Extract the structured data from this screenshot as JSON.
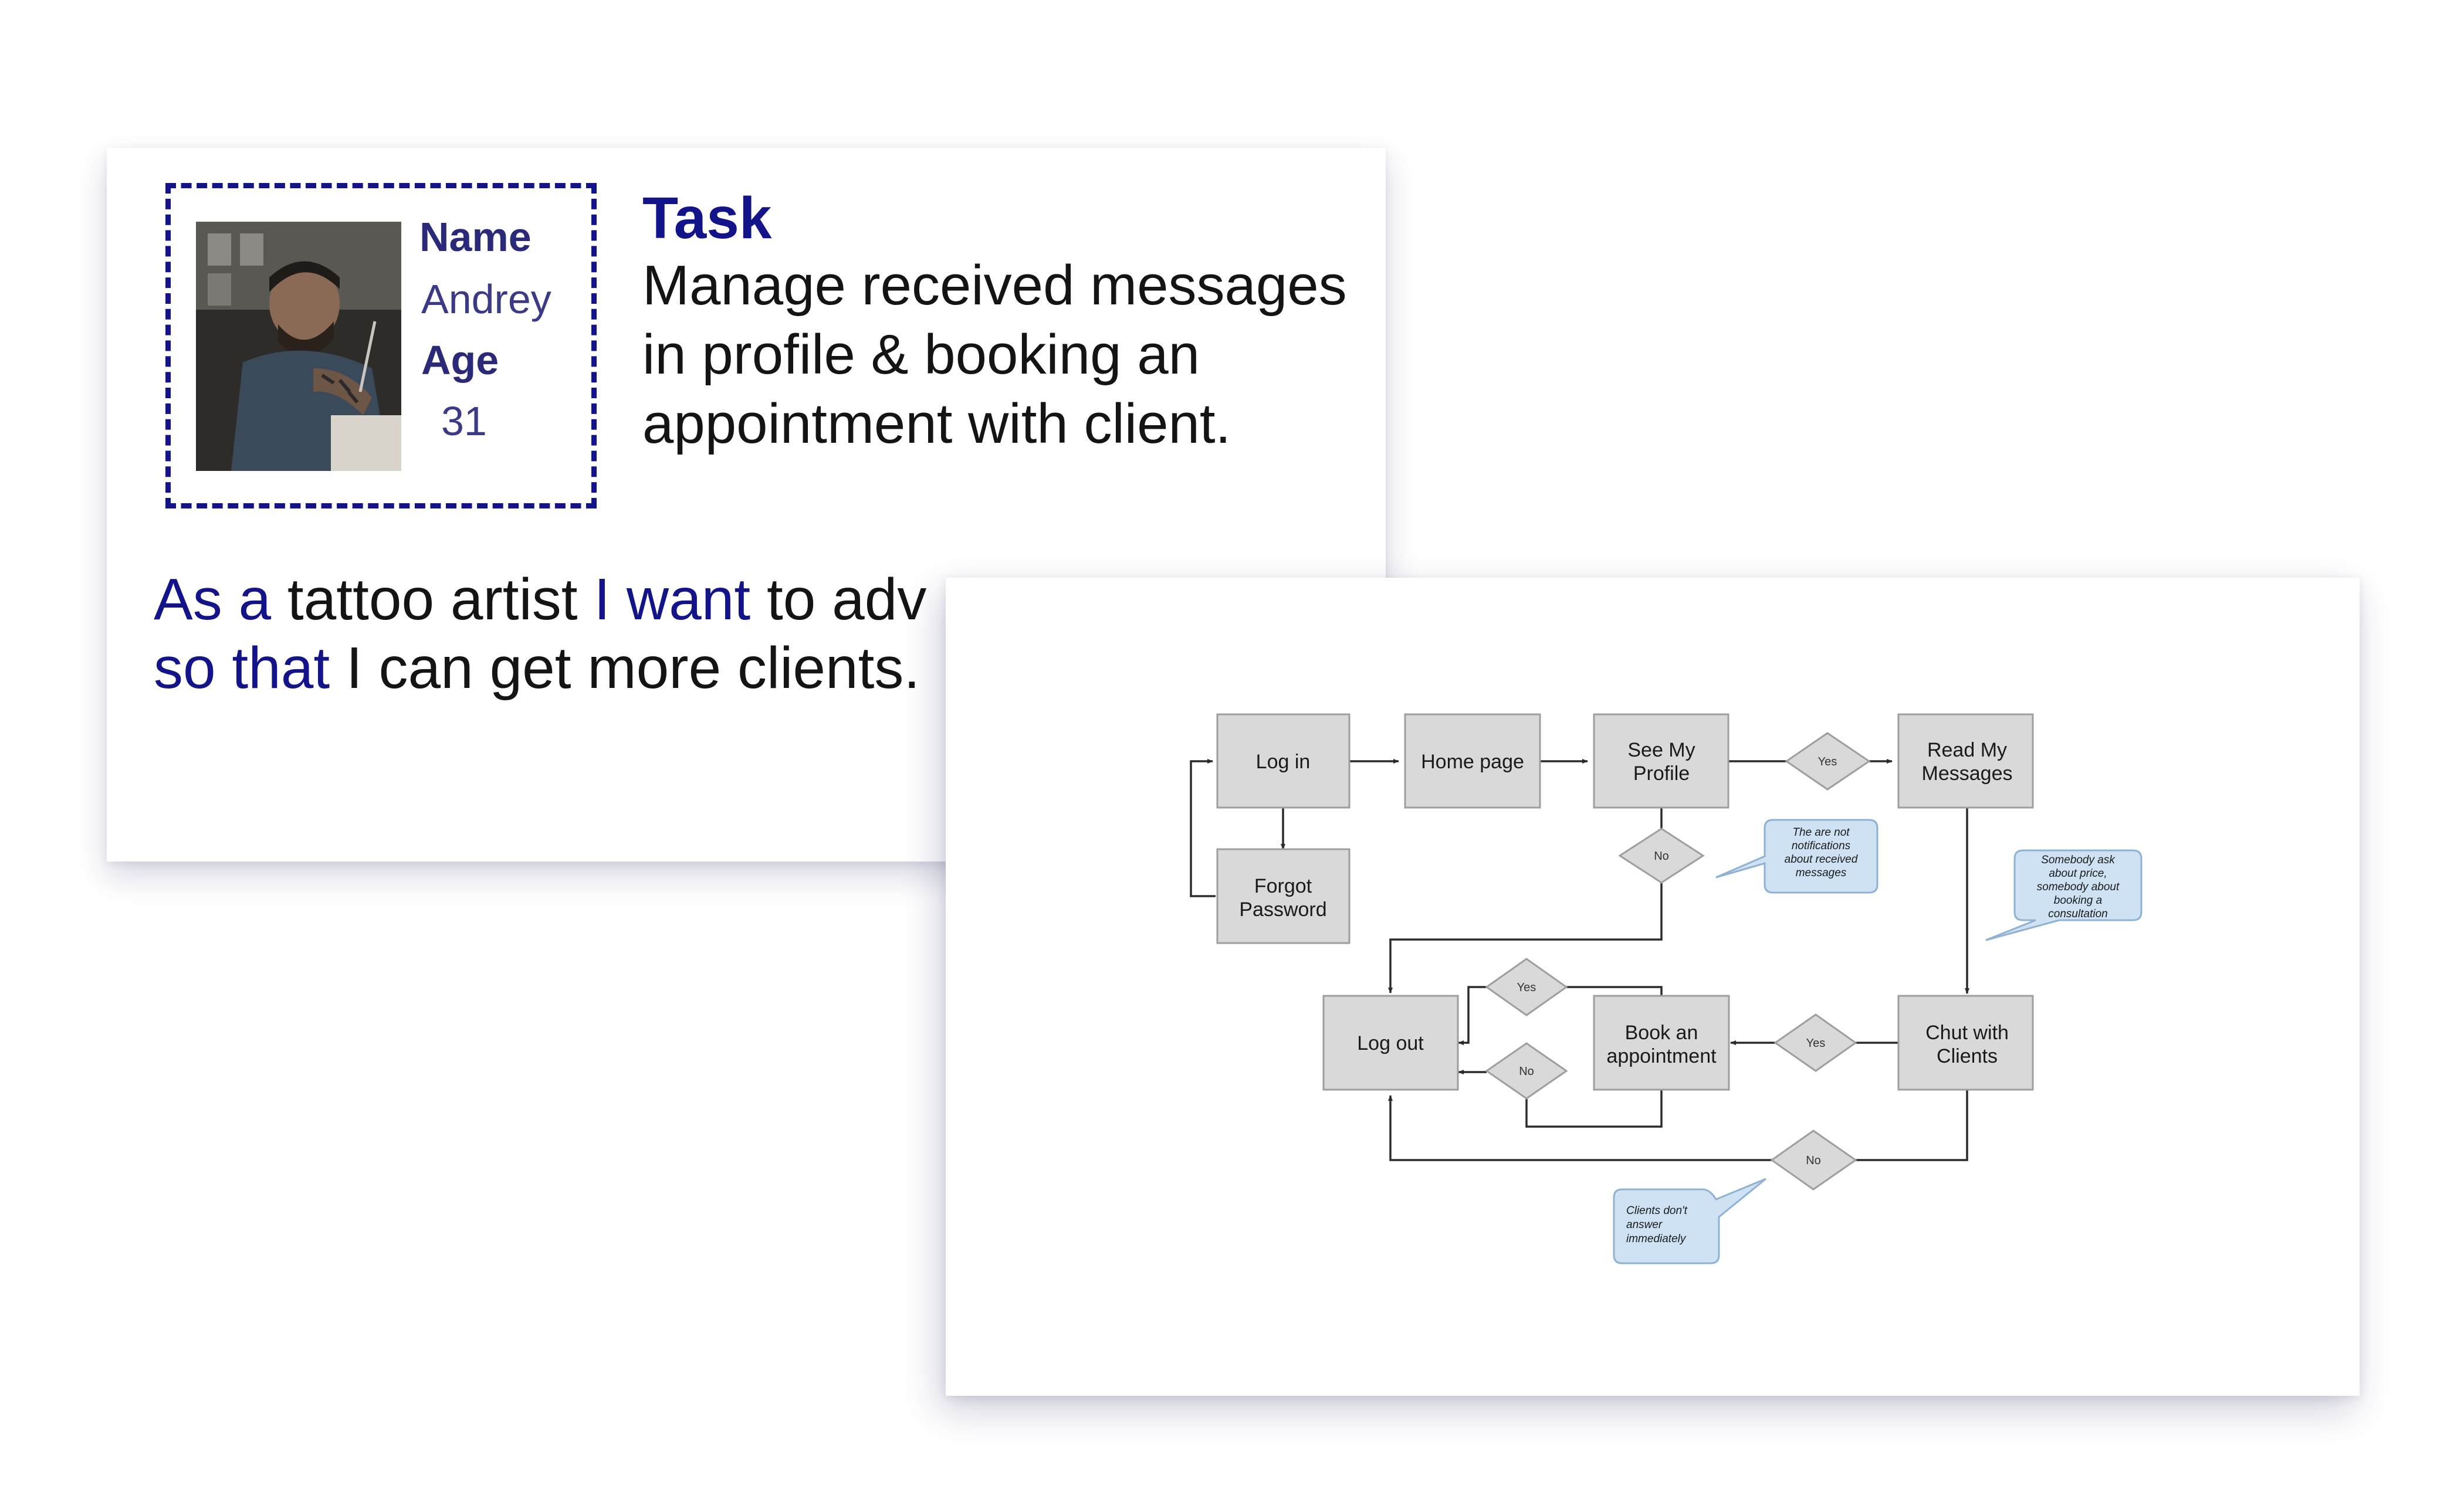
{
  "persona": {
    "name_label": "Name",
    "name_value": "Andrey",
    "age_label": "Age",
    "age_value": "31",
    "photo_icon": "tattoo-artist-photo"
  },
  "task": {
    "title": "Task",
    "lines": [
      "Manage received messages",
      "in profile & booking an",
      "appointment with client."
    ]
  },
  "story": {
    "line1": {
      "as_a": "As a",
      "role": " tattoo artist ",
      "i_want": "I want",
      "goal": " to adv"
    },
    "line2": {
      "so_that": "so that",
      "benefit": " I can get more clients."
    }
  },
  "flowchart": {
    "nodes": {
      "login": [
        "Log in"
      ],
      "home": [
        "Home page"
      ],
      "profile": [
        "See My",
        "Profile"
      ],
      "messages": [
        "Read My",
        "Messages"
      ],
      "forgot": [
        "Forgot",
        "Password"
      ],
      "logout": [
        "Log out"
      ],
      "book": [
        "Book an",
        "appointment"
      ],
      "chat": [
        "Chut with",
        "Clients"
      ]
    },
    "decisions": {
      "profile_yes": "Yes",
      "profile_no": "No",
      "book_yes": "Yes",
      "book_no": "No",
      "chat_yes": "Yes",
      "chat_no": "No"
    },
    "notes": {
      "no_notifications": [
        "The are not",
        "notifications",
        "about received",
        "messages"
      ],
      "somebody_ask": [
        "Somebody ask",
        "about price,",
        "somebody about",
        "booking a",
        "consultation"
      ],
      "clients_dont": [
        "Clients don't",
        "answer",
        "immediately"
      ]
    }
  },
  "colors": {
    "accent": "#14148a",
    "node_fill": "#d9d9d9",
    "callout_fill": "#cfe2f3"
  }
}
